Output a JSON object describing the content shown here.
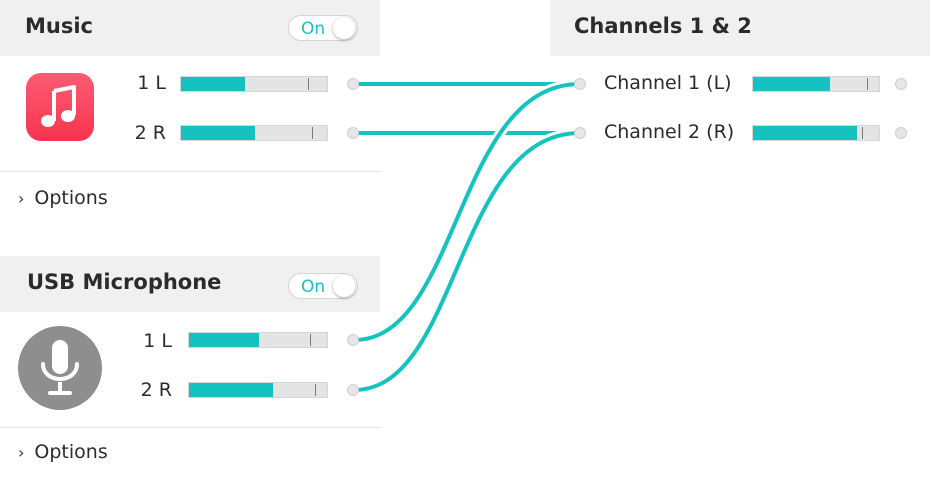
{
  "sources": [
    {
      "title": "Music",
      "toggle": "On",
      "icon": "apple-music-icon",
      "channels": [
        {
          "label": "1 L",
          "level": 0.43,
          "peak": 0.86
        },
        {
          "label": "2 R",
          "level": 0.5,
          "peak": 0.89
        }
      ],
      "options_label": "Options"
    },
    {
      "title": "USB Microphone",
      "toggle": "On",
      "icon": "microphone-icon",
      "channels": [
        {
          "label": "1 L",
          "level": 0.47,
          "peak": 0.82
        },
        {
          "label": "2 R",
          "level": 0.57,
          "peak": 0.86
        }
      ],
      "options_label": "Options"
    }
  ],
  "output": {
    "title": "Channels 1 & 2",
    "channels": [
      {
        "label": "Channel 1 (L)",
        "level": 0.6,
        "peak": 0.9
      },
      {
        "label": "Channel 2 (R)",
        "level": 0.82,
        "peak": 0.86
      }
    ]
  },
  "colors": {
    "accent": "#14c2bf",
    "header_bg": "#f0f0f0",
    "music_icon": "#f7344e",
    "mic_icon": "#8e8e8e"
  }
}
